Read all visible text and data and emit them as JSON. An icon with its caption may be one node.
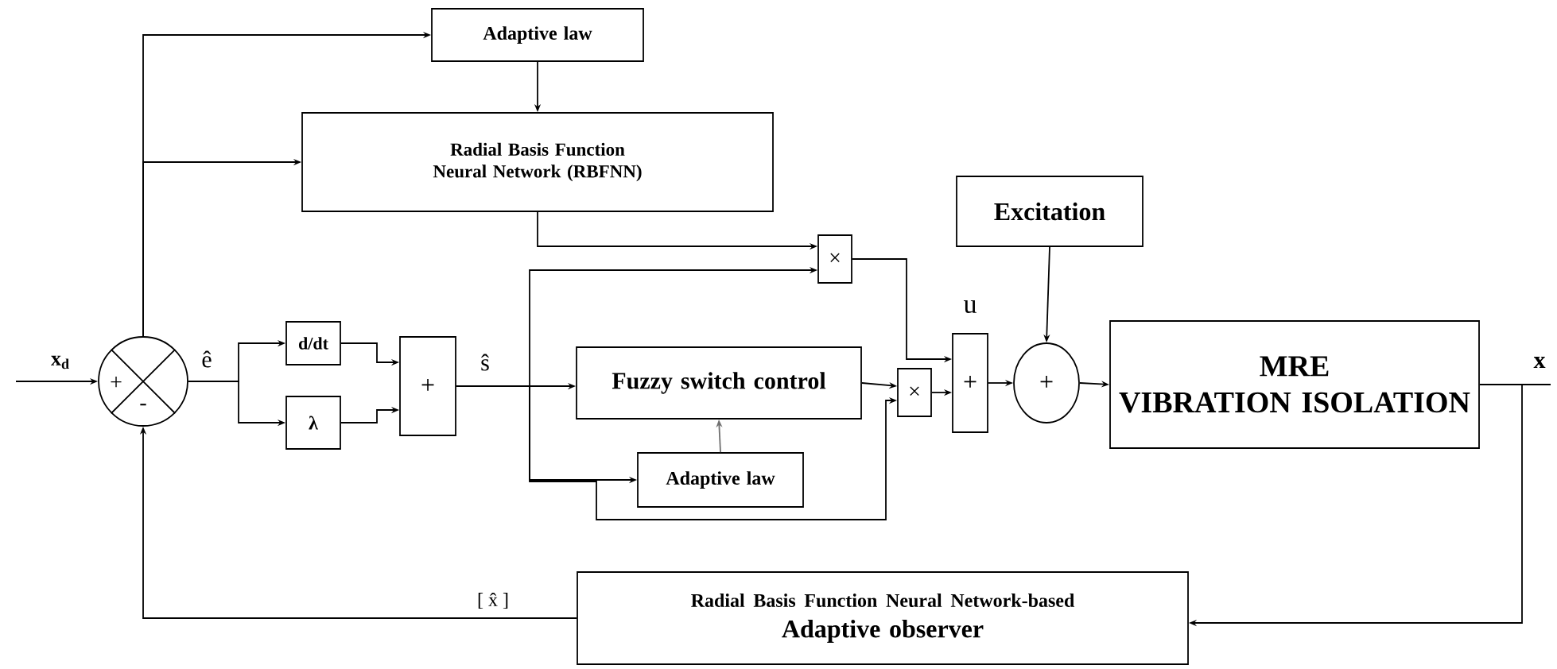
{
  "diagram": {
    "nodes": [
      {
        "text": [
          "Adaptive law"
        ]
      },
      {
        "text": [
          "Radial Basis Function Neural Network (RBFNN)"
        ]
      },
      {
        "text": [
          "+",
          "-"
        ]
      },
      {
        "text": [
          "d/dt"
        ]
      },
      {
        "text": [
          "λ"
        ]
      },
      {
        "text": [
          "+"
        ]
      },
      {
        "text": [
          "Fuzzy switch control"
        ]
      },
      {
        "text": [
          "Adaptive law"
        ]
      },
      {
        "text": [
          "×"
        ]
      },
      {
        "text": [
          "×"
        ]
      },
      {
        "text": [
          "+"
        ],
        "beside": [
          "u"
        ]
      },
      {
        "text": [
          "Excitation"
        ]
      },
      {
        "text": [
          "+"
        ]
      },
      {
        "text": [
          "MRE",
          "VIBRATION ISOLATION"
        ]
      },
      {
        "text": [
          "Radial Basis Function Neural Network-based",
          "Adaptive observer"
        ]
      }
    ],
    "edges": [
      {
        "from": null,
        "to": 2,
        "arrow": "to",
        "label": "x$_{d}$"
      },
      {
        "from": 2,
        "to": 0,
        "arrow": "to"
      },
      {
        "from": 2,
        "to": 1,
        "arrow": "to"
      },
      {
        "from": 2,
        "to": 3,
        "arrow": "to",
        "label": "ê"
      },
      {
        "from": 2,
        "to": 4,
        "arrow": "to"
      },
      {
        "from": 3,
        "to": 5,
        "arrow": "to"
      },
      {
        "from": 4,
        "to": 5,
        "arrow": "to"
      },
      {
        "from": 5,
        "to": 6,
        "arrow": "to",
        "label": "ŝ"
      },
      {
        "from": 5,
        "to": 8,
        "arrow": "to"
      },
      {
        "from": 5,
        "to": 7,
        "arrow": "to"
      },
      {
        "from": 5,
        "to": 9,
        "arrow": "to"
      },
      {
        "from": 0,
        "to": 1,
        "arrow": "to"
      },
      {
        "from": 1,
        "to": 8,
        "arrow": "to"
      },
      {
        "from": 6,
        "to": 9,
        "arrow": "to"
      },
      {
        "from": 7,
        "to": 6,
        "arrow": "to",
        "color": "#707070"
      },
      {
        "from": 8,
        "to": 10,
        "arrow": "to"
      },
      {
        "from": 9,
        "to": 10,
        "arrow": "to"
      },
      {
        "from": 10,
        "to": 12,
        "arrow": "to"
      },
      {
        "from": 11,
        "to": 12,
        "arrow": "to"
      },
      {
        "from": 12,
        "to": 13,
        "arrow": "to"
      },
      {
        "from": 13,
        "to": 14,
        "arrow": "to",
        "label": "x"
      },
      {
        "from": 14,
        "to": 2,
        "arrow": "to",
        "label": "[ x̂ ]"
      }
    ]
  }
}
